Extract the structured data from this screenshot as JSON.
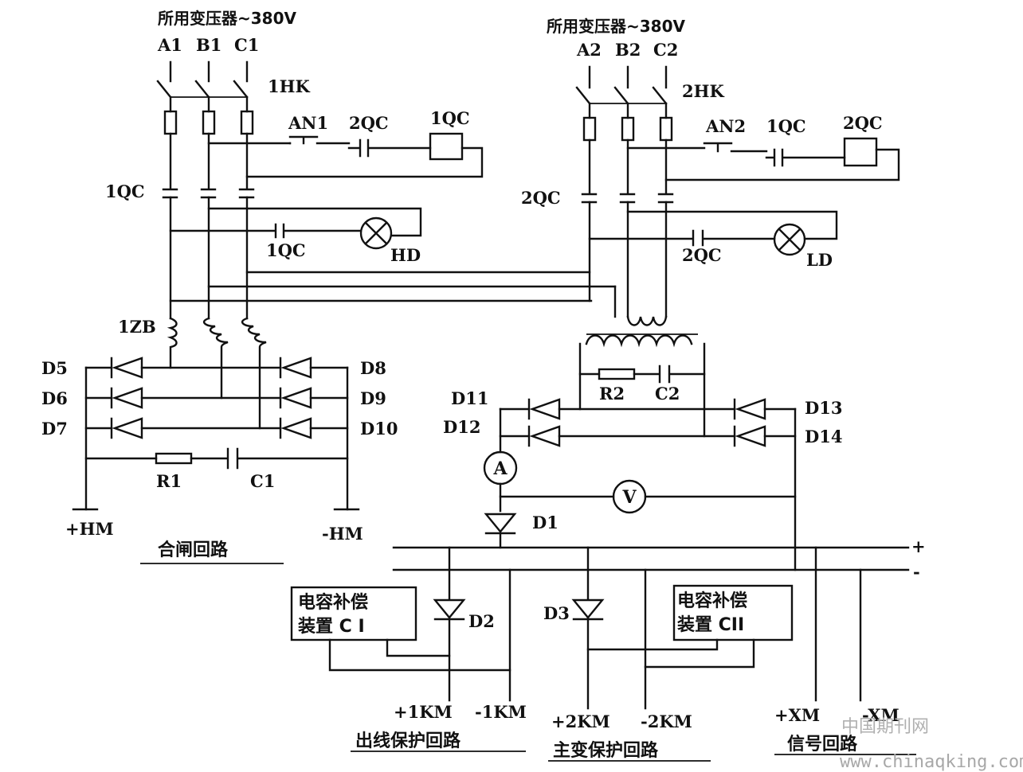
{
  "transformer_left": {
    "title": "所用变压器~380V",
    "phases": [
      "A1",
      "B1",
      "C1"
    ],
    "switch": "1HK",
    "button": "AN1",
    "interlock_contact": "2QC",
    "coil": "1QC",
    "contactor": "1QC",
    "aux_contact": "1QC",
    "lamp": "HD",
    "current_transformer": "1ZB"
  },
  "transformer_right": {
    "title": "所用变压器~380V",
    "phases": [
      "A2",
      "B2",
      "C2"
    ],
    "switch": "2HK",
    "button": "AN2",
    "interlock_contact": "1QC",
    "coil": "2QC",
    "contactor": "2QC",
    "aux_contact": "2QC",
    "lamp": "LD"
  },
  "closing_circuit": {
    "diodes_left": [
      "D5",
      "D6",
      "D7"
    ],
    "diodes_right": [
      "D8",
      "D9",
      "D10"
    ],
    "resistor": "R1",
    "capacitor": "C1",
    "plus_terminal": "+HM",
    "minus_terminal": "-HM",
    "caption": "合闸回路"
  },
  "rectifier": {
    "diodes_left": [
      "D11",
      "D12"
    ],
    "diodes_right": [
      "D13",
      "D14"
    ],
    "resistor": "R2",
    "capacitor": "C2",
    "ammeter": "A",
    "voltmeter": "V",
    "series_diode": "D1"
  },
  "bus": {
    "plus": "+",
    "minus": "-"
  },
  "outgoing_protection": {
    "device_line1": "电容补偿",
    "device_line2": "装置 C I",
    "diode": "D2",
    "plus": "+1KM",
    "minus": "-1KM",
    "caption": "出线保护回路"
  },
  "main_transformer_protection": {
    "diode": "D3",
    "plus": "+2KM",
    "minus": "-2KM",
    "caption": "主变保护回路"
  },
  "compensation_2": {
    "line1": "电容补偿",
    "line2": "装置 CII"
  },
  "signal_circuit": {
    "plus": "+XM",
    "minus": "-XM",
    "caption": "信号回路"
  },
  "watermark": {
    "name": "中国期刊网",
    "url": "www.chinaqking.com"
  }
}
